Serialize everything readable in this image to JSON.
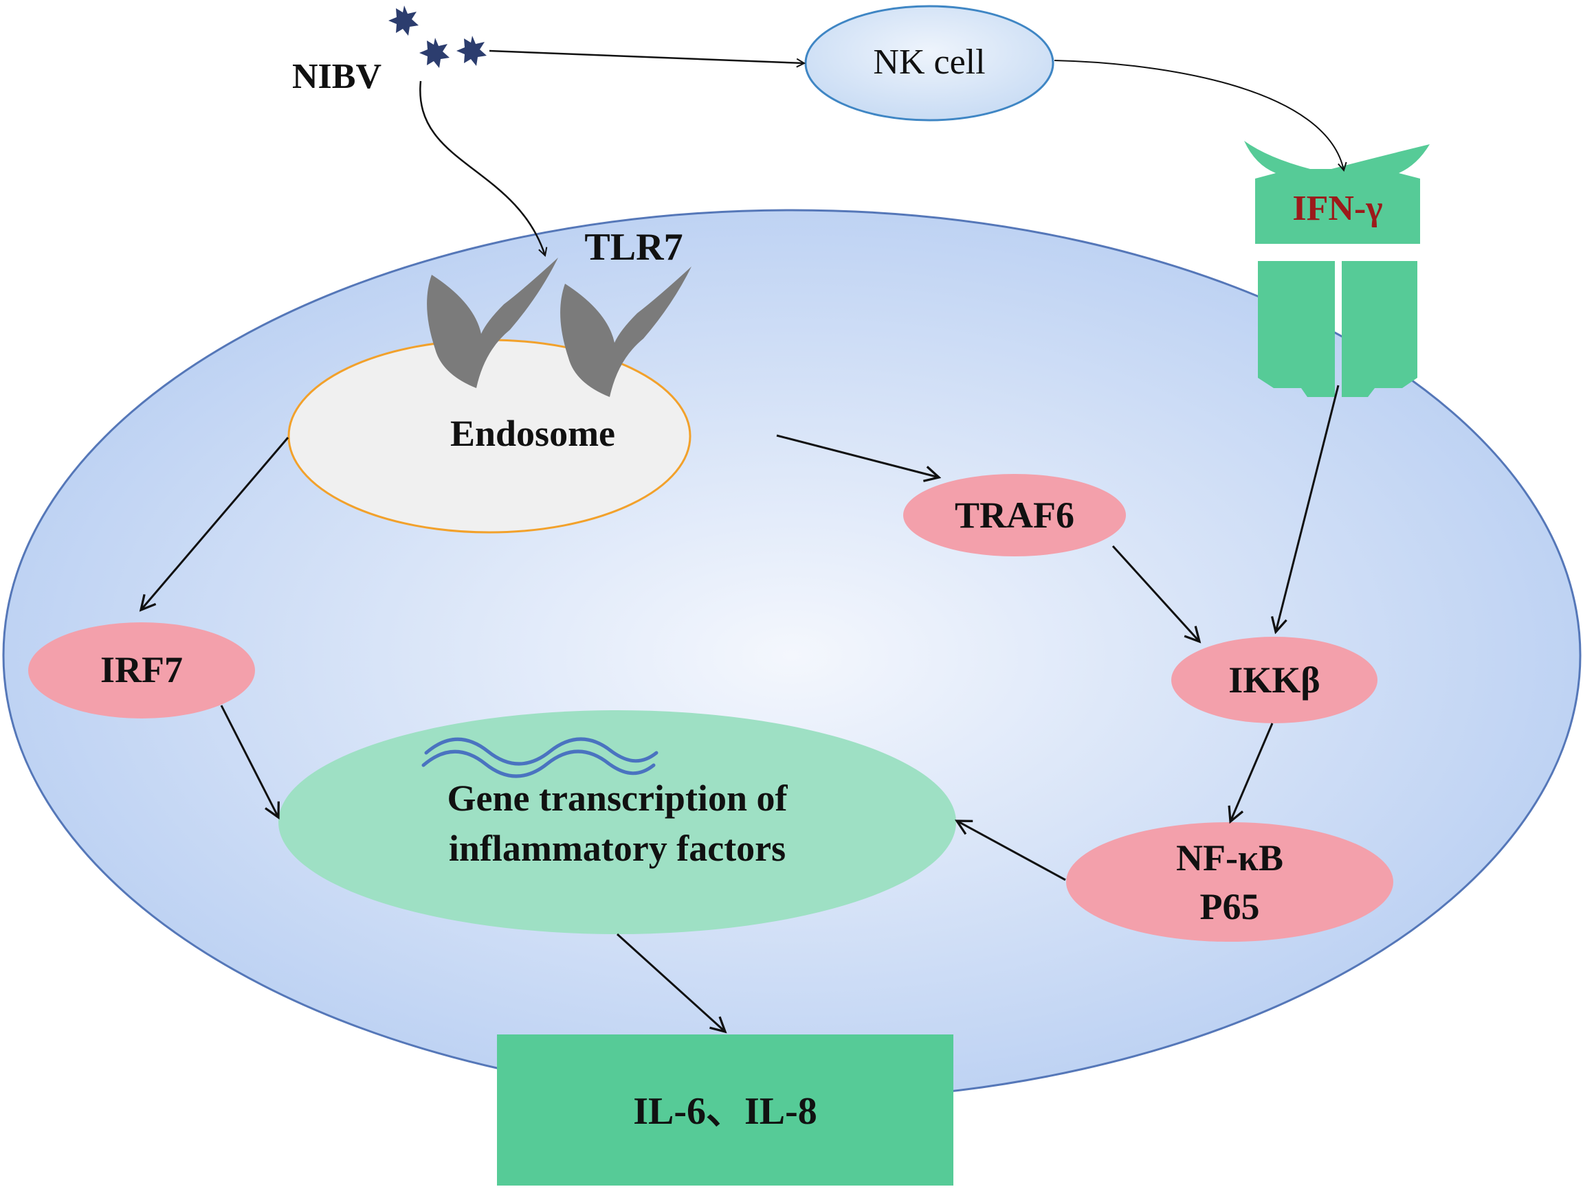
{
  "virus": {
    "label": "NIBV"
  },
  "nk_cell": {
    "label": "NK cell"
  },
  "receptor_ifn": {
    "label": "IFN-γ"
  },
  "tlr7": {
    "label": "TLR7"
  },
  "endosome": {
    "label": "Endosome"
  },
  "traf6": {
    "label": "TRAF6"
  },
  "irf7": {
    "label": "IRF7"
  },
  "ikkb": {
    "label": "IKKβ"
  },
  "nfkb": {
    "line1": "NF-κB",
    "line2": "P65"
  },
  "transcription": {
    "line1": "Gene transcription of",
    "line2": "inflammatory factors"
  },
  "output": {
    "label": "IL-6、IL-8"
  },
  "colors": {
    "cell_fill_center": "#f4f7fd",
    "cell_fill_edge": "#b9cff2",
    "cell_stroke": "#5577b8",
    "node_pink": "#f3a0ab",
    "receptor_green": "#56cb97",
    "transcription_green": "#9ee0c4",
    "endosome_fill": "#f0f0f0",
    "endosome_stroke": "#f2a12b",
    "tlr_gray": "#7b7b7b",
    "virus_navy": "#2c3d6e",
    "ifn_text": "#9c1a1a",
    "nk_fill": "#c9dcf4",
    "nk_stroke": "#3f86c4"
  }
}
